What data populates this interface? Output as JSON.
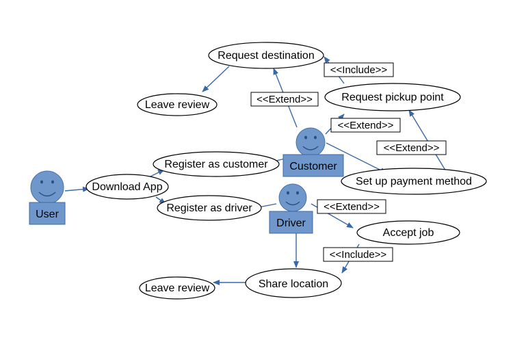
{
  "use_cases": {
    "request_destination": "Request destination",
    "leave_review_top": "Leave review",
    "request_pickup_point": "Request pickup point",
    "register_as_customer": "Register as customer",
    "download_app": "Download App",
    "register_as_driver": "Register as driver",
    "set_up_payment_method": "Set up payment method",
    "accept_job": "Accept job",
    "share_location": "Share location",
    "leave_review_bottom": "Leave review"
  },
  "actors": {
    "user": "User",
    "customer": "Customer",
    "driver": "Driver"
  },
  "relations": {
    "include_top": "<<Include>>",
    "extend_destination": "<<Extend>>",
    "extend_pickup": "<<Extend>>",
    "extend_payment": "<<Extend>>",
    "extend_driver": "<<Extend>>",
    "include_bottom": "<<Include>>"
  },
  "colors": {
    "actor_fill": "#6f97cc",
    "connector": "#3a67a8"
  }
}
